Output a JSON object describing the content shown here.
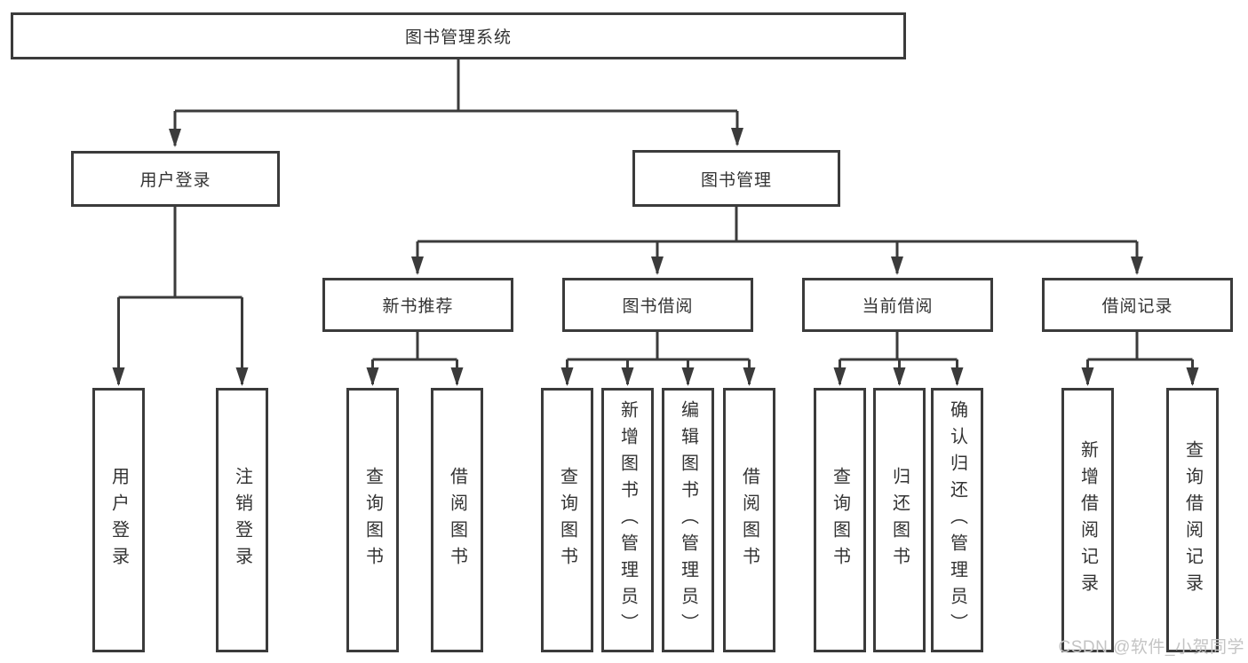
{
  "root": {
    "label": "图书管理系统"
  },
  "branches": {
    "user_login": {
      "label": "用户登录",
      "leaves": [
        {
          "label": "用户登录"
        },
        {
          "label": "注销登录"
        }
      ]
    },
    "book_management": {
      "label": "图书管理",
      "groups": [
        {
          "label": "新书推荐",
          "leaves": [
            {
              "label": "查询图书"
            },
            {
              "label": "借阅图书"
            }
          ]
        },
        {
          "label": "图书借阅",
          "leaves": [
            {
              "label": "查询图书"
            },
            {
              "label": "新增图书（管理员）"
            },
            {
              "label": "编辑图书（管理员）"
            },
            {
              "label": "借阅图书"
            }
          ]
        },
        {
          "label": "当前借阅",
          "leaves": [
            {
              "label": "查询图书"
            },
            {
              "label": "归还图书"
            },
            {
              "label": "确认归还（管理员）"
            }
          ]
        },
        {
          "label": "借阅记录",
          "leaves": [
            {
              "label": "新增借阅记录"
            },
            {
              "label": "查询借阅记录"
            }
          ]
        }
      ]
    }
  },
  "watermark": {
    "text": "CSDN @软件_小贺同学"
  },
  "colors": {
    "line": "#3b3b3b",
    "text": "#333333",
    "watermark": "#c4c4c4",
    "background": "#ffffff"
  }
}
